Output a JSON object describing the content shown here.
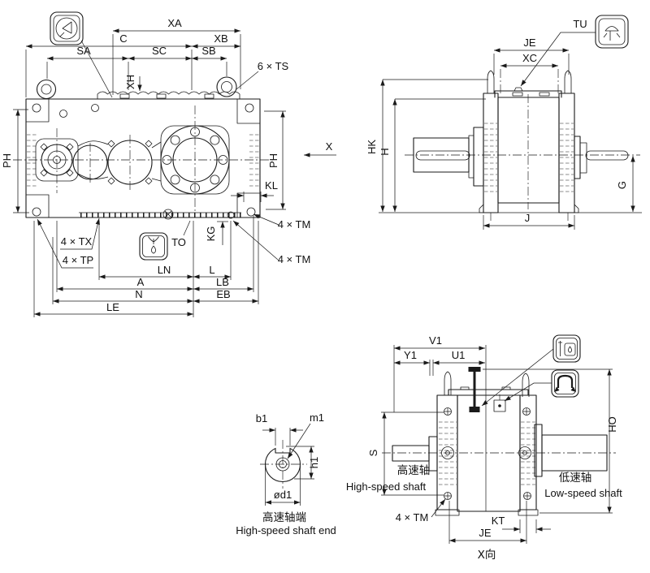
{
  "colors": {
    "ink": "#1a1a1a",
    "paper": "#ffffff"
  },
  "views": {
    "front": {
      "dims": {
        "xa": "XA",
        "c": "C",
        "xb": "XB",
        "sa": "SA",
        "sc": "SC",
        "sb": "SB",
        "xh": "XH",
        "ts": "6 × TS",
        "ph_left": "PH",
        "ph_right": "PH",
        "kl": "KL",
        "kg": "KG",
        "tm_upper": "4 × TM",
        "tm_lower": "4 × TM",
        "tx": "4 × TX",
        "tp": "4 × TP",
        "to": "TO",
        "ln": "LN",
        "l": "L",
        "a": "A",
        "lb": "LB",
        "n": "N",
        "eb": "EB",
        "le": "LE",
        "x_arrow": "X"
      }
    },
    "side": {
      "dims": {
        "tu": "TU",
        "je": "JE",
        "xc": "XC",
        "hk": "HK",
        "h": "H",
        "g": "G",
        "j": "J"
      }
    },
    "shaft_end": {
      "dims": {
        "b1": "b1",
        "m1": "m1",
        "h1": "h1",
        "d1": "ød1"
      },
      "caption_zh": "高速轴端",
      "caption_en": "High-speed shaft end"
    },
    "x_view": {
      "dims": {
        "v1": "V1",
        "y1": "Y1",
        "u1": "U1",
        "s": "S",
        "ho": "HO",
        "tm": "4 × TM",
        "kt": "KT",
        "je": "JE"
      },
      "labels": {
        "hs_zh": "高速轴",
        "hs_en": "High-speed shaft",
        "ls_zh": "低速轴",
        "ls_en": "Low-speed shaft"
      },
      "caption": "X向"
    }
  },
  "icons": {
    "sight_glass": "oil-sight-glass-icon",
    "drain": "oil-drain-icon",
    "breather": "breather-vent-icon",
    "oil_level": "oil-level-gauge-icon",
    "oil_flow": "oil-fill-icon"
  }
}
